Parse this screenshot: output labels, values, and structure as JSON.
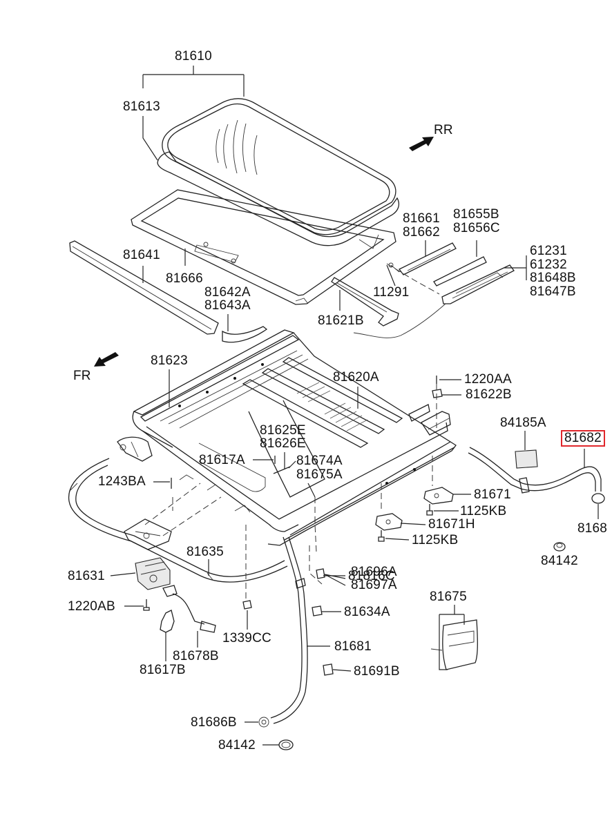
{
  "labels": {
    "l81610": "81610",
    "l81613": "81613",
    "lRR": "RR",
    "l81641": "81641",
    "l81666": "81666",
    "l81642A": "81642A",
    "l81643A": "81643A",
    "l81661": "81661",
    "l81662": "81662",
    "l81655B": "81655B",
    "l81656C": "81656C",
    "l61231": "61231",
    "l61232": "61232",
    "l81648B": "81648B",
    "l81647B": "81647B",
    "l11291": "11291",
    "l81621B": "81621B",
    "lFR": "FR",
    "l81623": "81623",
    "l81620A": "81620A",
    "l1220AA": "1220AA",
    "l81622B": "81622B",
    "l84185A": "84185A",
    "l81682": "81682",
    "l81625E": "81625E",
    "l81626E": "81626E",
    "l81617A": "81617A",
    "l81674A": "81674A",
    "l81675A": "81675A",
    "l1243BA": "1243BA",
    "l81671": "81671",
    "l1125KB_a": "1125KB",
    "l81671H": "81671H",
    "l1125KB_b": "1125KB",
    "l81680": "8168",
    "l84142_a": "84142",
    "l81635": "81635",
    "l81631": "81631",
    "l81816C": "81816C",
    "l81696A": "81696A",
    "l81697A": "81697A",
    "l1220AB": "1220AB",
    "l81634A": "81634A",
    "l81675": "81675",
    "l1339CC": "1339CC",
    "l81678B": "81678B",
    "l81681": "81681",
    "l81617B": "81617B",
    "l81691B": "81691B",
    "l81686B": "81686B",
    "l84142_b": "84142"
  },
  "colors": {
    "highlight": "#e0262b",
    "line": "#222222"
  },
  "icons": {
    "rear_arrow": "arrow-rear-icon",
    "front_arrow": "arrow-front-icon"
  }
}
